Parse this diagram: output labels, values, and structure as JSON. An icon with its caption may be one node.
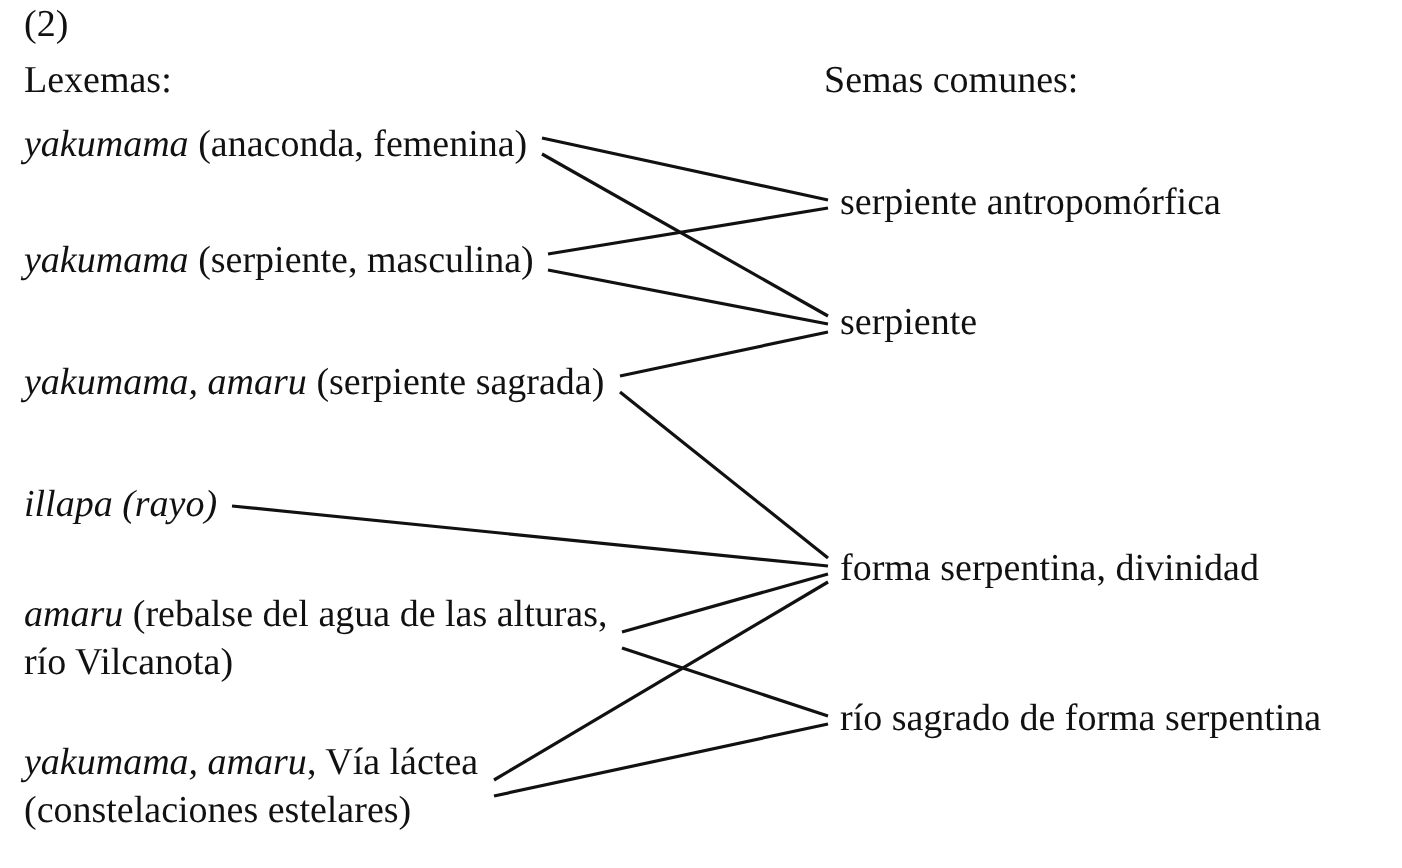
{
  "diagram": {
    "nodes": [
      {
        "text": [
          "*yakumama* (anaconda, femenina)"
        ]
      },
      {
        "text": [
          "*yakumama* (serpiente, masculina)"
        ]
      },
      {
        "text": [
          "*yakumama, amaru* (serpiente sagrada)"
        ]
      },
      {
        "text": [
          "illapa (rayo)"
        ]
      },
      {
        "text": [
          "*amaru* (rebalse del agua de las alturas, río Vilcanota)"
        ]
      },
      {
        "text": [
          "*yakumama, amaru*, Vía láctea (constelaciones estelares)"
        ]
      },
      {
        "text": [
          "serpiente antropomórfica"
        ]
      },
      {
        "text": [
          "serpiente"
        ]
      },
      {
        "text": [
          "forma serpentina, divinidad"
        ]
      },
      {
        "text": [
          "río sagrado de forma serpentina"
        ]
      }
    ],
    "edges": [
      {
        "from": 0,
        "to": 6,
        "arrow": "none"
      },
      {
        "from": 0,
        "to": 7,
        "arrow": "none"
      },
      {
        "from": 1,
        "to": 6,
        "arrow": "none"
      },
      {
        "from": 1,
        "to": 7,
        "arrow": "none"
      },
      {
        "from": 2,
        "to": 7,
        "arrow": "none"
      },
      {
        "from": 2,
        "to": 8,
        "arrow": "none"
      },
      {
        "from": 3,
        "to": 8,
        "arrow": "none"
      },
      {
        "from": 4,
        "to": 8,
        "arrow": "none"
      },
      {
        "from": 4,
        "to": 9,
        "arrow": "none"
      },
      {
        "from": 5,
        "to": 8,
        "arrow": "none"
      },
      {
        "from": 5,
        "to": 9,
        "arrow": "none"
      }
    ],
    "labels": [
      "(2)",
      "Lexemas:",
      "Semas comunes:"
    ]
  }
}
